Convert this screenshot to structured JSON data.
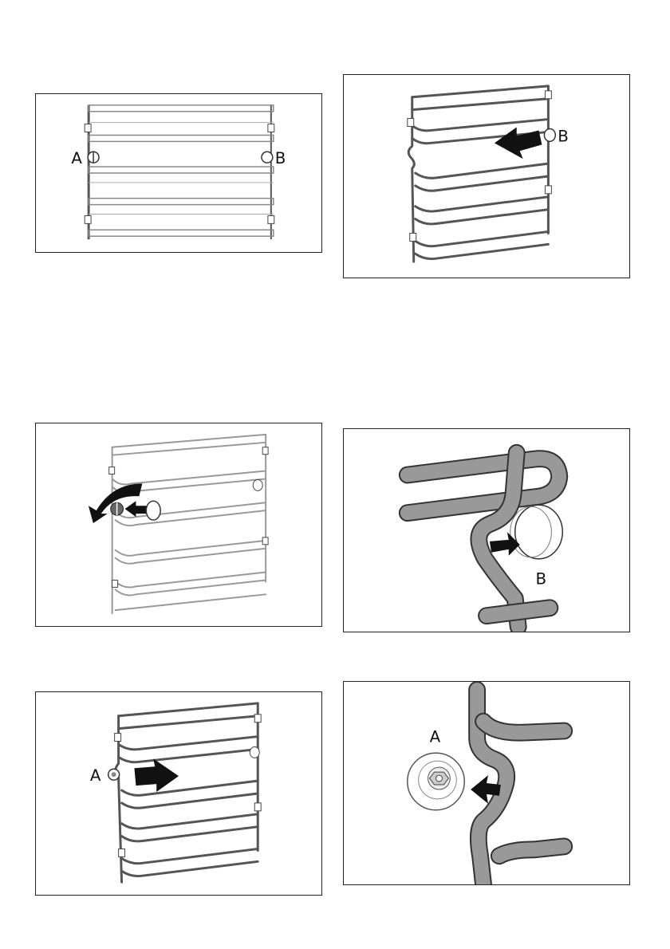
{
  "figures": [
    {
      "id": "fig1",
      "labels": {
        "a": "A",
        "b": "B"
      }
    },
    {
      "id": "fig2",
      "labels": {
        "b": "B"
      }
    },
    {
      "id": "fig3",
      "labels": {}
    },
    {
      "id": "fig4",
      "labels": {
        "b": "B"
      }
    },
    {
      "id": "fig5",
      "labels": {
        "a": "A"
      }
    },
    {
      "id": "fig6",
      "labels": {
        "a": "A"
      }
    }
  ],
  "icons": [
    "arrow-left-icon",
    "arrow-right-icon",
    "rotate-arrow-icon"
  ]
}
